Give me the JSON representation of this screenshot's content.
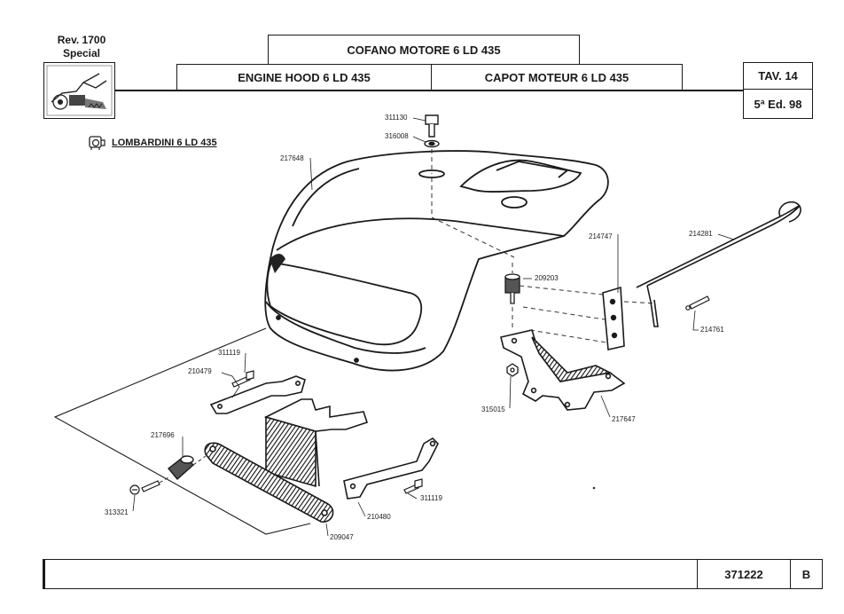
{
  "rev": {
    "line1": "Rev. 1700",
    "line2": "Special"
  },
  "title_it": "COFANO MOTORE 6 LD 435",
  "title_en": "ENGINE HOOD 6 LD 435",
  "title_fr": "CAPOT MOTEUR 6 LD 435",
  "tav": "TAV. 14",
  "edition": "5ª Ed. 98",
  "engine_label": "LOMBARDINI 6 LD 435",
  "parts": {
    "p311130": "311130",
    "p316008": "316008",
    "p217648": "217648",
    "p214747": "214747",
    "p214281": "214281",
    "p209203": "209203",
    "p214761": "214761",
    "p311119a": "311119",
    "p210479": "210479",
    "p315015": "315015",
    "p217647": "217647",
    "p217696": "217696",
    "p313321": "313321",
    "p311119b": "311119",
    "p210480": "210480",
    "p209047": "209047"
  },
  "footer": {
    "code": "371222",
    "rev": "B"
  }
}
